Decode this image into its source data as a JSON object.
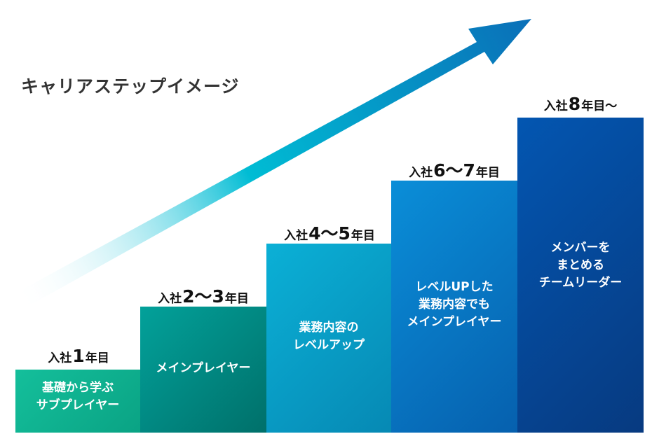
{
  "title": "キャリアステップイメージ",
  "colors": {
    "arrow_start": "#ffffff",
    "arrow_mid": "#00bcd4",
    "arrow_end": "#0a6fb8"
  },
  "steps": [
    {
      "label_prefix": "入社",
      "label_number": "1",
      "label_suffix": "年目",
      "lines": [
        "基礎から学ぶ",
        "サブプレイヤー"
      ]
    },
    {
      "label_prefix": "入社",
      "label_number": "2〜3",
      "label_suffix": "年目",
      "lines": [
        "メインプレイヤー"
      ]
    },
    {
      "label_prefix": "入社",
      "label_number": "4〜5",
      "label_suffix": "年目",
      "lines": [
        "業務内容の",
        "レベルアップ"
      ]
    },
    {
      "label_prefix": "入社",
      "label_number": "6〜7",
      "label_suffix": "年目",
      "lines": [
        "レベルUPした",
        "業務内容でも",
        "メインプレイヤー"
      ]
    },
    {
      "label_prefix": "入社",
      "label_number": "8",
      "label_suffix": "年目〜",
      "lines": [
        "メンバーを",
        "まとめる",
        "チームリーダー"
      ]
    }
  ]
}
